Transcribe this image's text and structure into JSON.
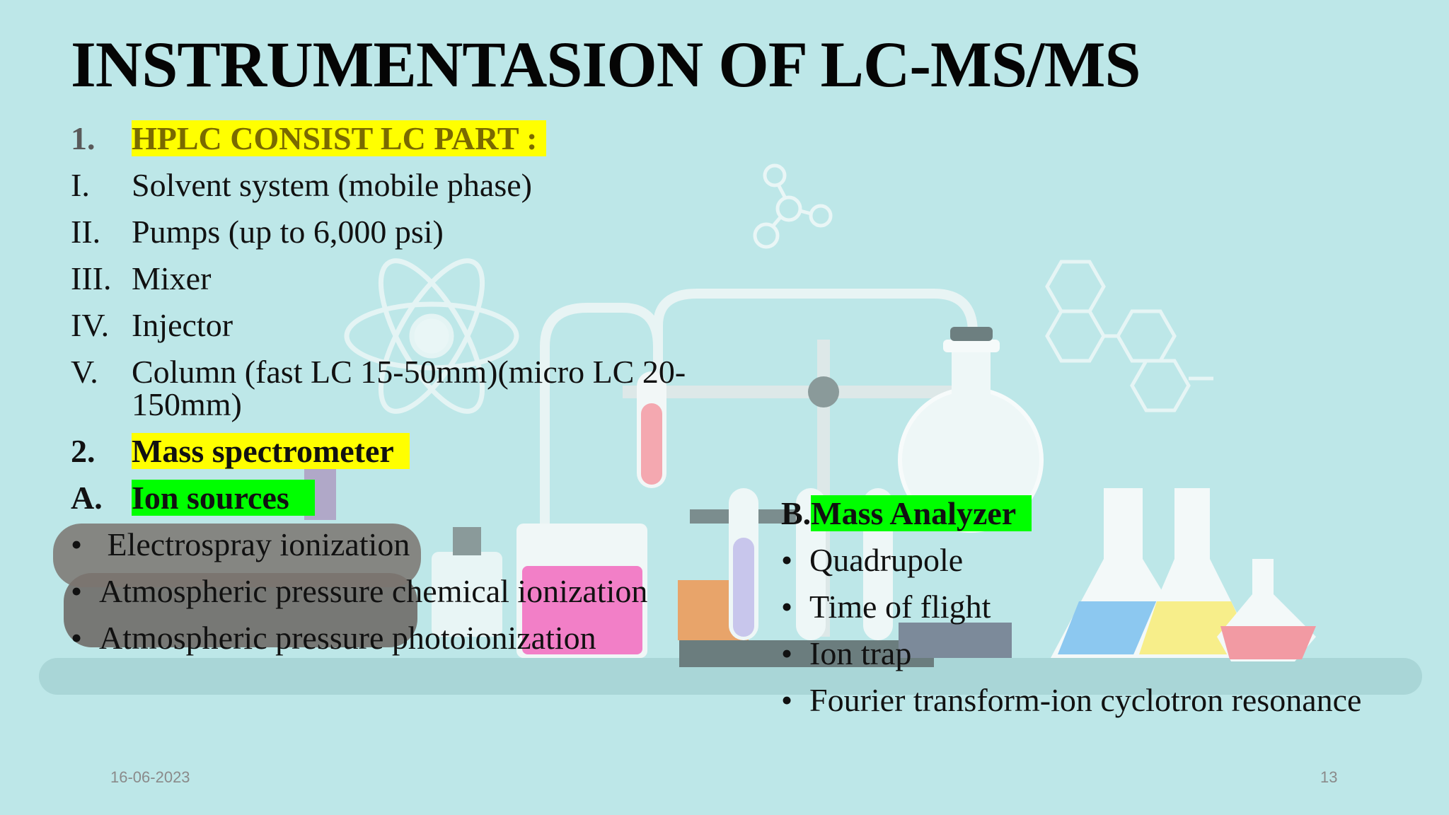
{
  "title": "INSTRUMENTASION OF LC-MS/MS",
  "section1": {
    "num": "1.",
    "heading": "HPLC CONSIST LC PART :",
    "items": [
      {
        "num": "I.",
        "text": "Solvent system (mobile phase)"
      },
      {
        "num": "II.",
        "text": "Pumps (up to 6,000 psi)"
      },
      {
        "num": "III.",
        "text": "Mixer"
      },
      {
        "num": "IV.",
        "text": "Injector"
      },
      {
        "num": "V.",
        "text": "Column (fast LC 15-50mm)(micro LC 20-",
        "text2": "150mm)"
      }
    ]
  },
  "section2": {
    "num": "2.",
    "heading": "Mass spectrometer"
  },
  "sectionA": {
    "num": "A.",
    "heading": "Ion sources",
    "bullets": [
      " Electrospray ionization",
      "Atmospheric pressure chemical ionization",
      "Atmospheric pressure photoionization"
    ]
  },
  "sectionB": {
    "prefix": "B.",
    "heading": "Mass Analyzer",
    "bullets": [
      "Quadrupole",
      "Time of flight",
      "Ion trap",
      "Fourier transform-ion cyclotron resonance"
    ]
  },
  "footer": {
    "date": "16-06-2023",
    "page": "13"
  },
  "bullet_char": "•",
  "colors": {
    "background": "#bde7e8",
    "highlight_yellow": "#ffff00",
    "highlight_green": "#00ff00"
  }
}
